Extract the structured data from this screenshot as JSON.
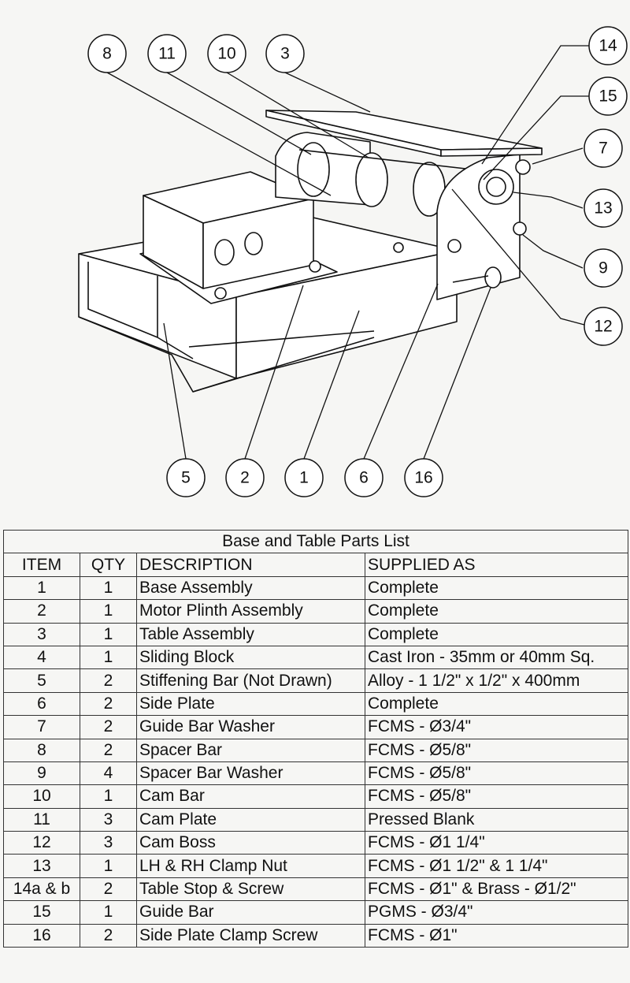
{
  "callouts": {
    "c8": "8",
    "c11": "11",
    "c10": "10",
    "c3": "3",
    "c14": "14",
    "c15": "15",
    "c7": "7",
    "c13": "13",
    "c9": "9",
    "c12": "12",
    "c5": "5",
    "c2": "2",
    "c1": "1",
    "c6": "6",
    "c16": "16"
  },
  "table": {
    "title": "Base and Table Parts List",
    "headers": {
      "item": "ITEM",
      "qty": "QTY",
      "description": "DESCRIPTION",
      "supplied_as": "SUPPLIED AS"
    },
    "rows": [
      {
        "item": "1",
        "qty": "1",
        "description": "Base Assembly",
        "supplied_as": "Complete"
      },
      {
        "item": "2",
        "qty": "1",
        "description": "Motor Plinth Assembly",
        "supplied_as": "Complete"
      },
      {
        "item": "3",
        "qty": "1",
        "description": "Table Assembly",
        "supplied_as": "Complete"
      },
      {
        "item": "4",
        "qty": "1",
        "description": "Sliding Block",
        "supplied_as": "Cast Iron - 35mm or 40mm Sq."
      },
      {
        "item": "5",
        "qty": "2",
        "description": "Stiffening Bar (Not Drawn)",
        "supplied_as": "Alloy - 1 1/2\" x 1/2\" x 400mm"
      },
      {
        "item": "6",
        "qty": "2",
        "description": "Side Plate",
        "supplied_as": "Complete"
      },
      {
        "item": "7",
        "qty": "2",
        "description": "Guide Bar Washer",
        "supplied_as": "FCMS - Ø3/4\""
      },
      {
        "item": "8",
        "qty": "2",
        "description": "Spacer Bar",
        "supplied_as": "FCMS - Ø5/8\""
      },
      {
        "item": "9",
        "qty": "4",
        "description": "Spacer Bar Washer",
        "supplied_as": "FCMS - Ø5/8\""
      },
      {
        "item": "10",
        "qty": "1",
        "description": "Cam Bar",
        "supplied_as": "FCMS - Ø5/8\""
      },
      {
        "item": "11",
        "qty": "3",
        "description": "Cam Plate",
        "supplied_as": "Pressed Blank"
      },
      {
        "item": "12",
        "qty": "3",
        "description": "Cam Boss",
        "supplied_as": "FCMS - Ø1 1/4\""
      },
      {
        "item": "13",
        "qty": "1",
        "description": "LH & RH Clamp Nut",
        "supplied_as": "FCMS - Ø1 1/2\" & 1 1/4\""
      },
      {
        "item": "14a & b",
        "qty": "2",
        "description": "Table Stop & Screw",
        "supplied_as": "FCMS - Ø1\" & Brass - Ø1/2\""
      },
      {
        "item": "15",
        "qty": "1",
        "description": "Guide Bar",
        "supplied_as": "PGMS - Ø3/4\""
      },
      {
        "item": "16",
        "qty": "2",
        "description": "Side Plate Clamp Screw",
        "supplied_as": "FCMS - Ø1\""
      }
    ]
  }
}
